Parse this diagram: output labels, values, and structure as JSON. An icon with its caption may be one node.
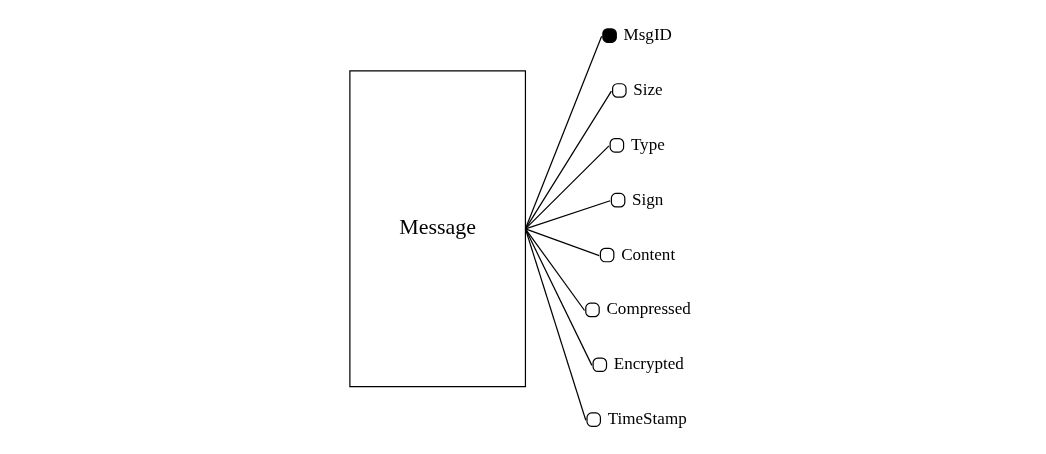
{
  "diagram": {
    "nodes": [
      {
        "text": [
          "Message"
        ]
      },
      {
        "text": [],
        "shape": "dot",
        "beside": [
          "MsgID"
        ]
      },
      {
        "text": [],
        "shape": "circle",
        "beside": [
          "Size"
        ]
      },
      {
        "text": [],
        "shape": "circle",
        "beside": [
          "Type"
        ]
      },
      {
        "text": [],
        "shape": "circle",
        "beside": [
          "Sign"
        ]
      },
      {
        "text": [],
        "shape": "circle",
        "beside": [
          "Content"
        ]
      },
      {
        "text": [],
        "shape": "circle",
        "beside": [
          "Compressed"
        ]
      },
      {
        "text": [],
        "shape": "circle",
        "beside": [
          "Encrypted"
        ]
      },
      {
        "text": [],
        "shape": "circle",
        "beside": [
          "TimeStamp"
        ]
      }
    ],
    "edges": [
      {
        "from": 0,
        "to": 1,
        "arrow": "none"
      },
      {
        "from": 0,
        "to": 2,
        "arrow": "none"
      },
      {
        "from": 0,
        "to": 3,
        "arrow": "none"
      },
      {
        "from": 0,
        "to": 4,
        "arrow": "none"
      },
      {
        "from": 0,
        "to": 5,
        "arrow": "none"
      },
      {
        "from": 0,
        "to": 6,
        "arrow": "none"
      },
      {
        "from": 0,
        "to": 7,
        "arrow": "none"
      },
      {
        "from": 0,
        "to": 8,
        "arrow": "none"
      }
    ]
  }
}
